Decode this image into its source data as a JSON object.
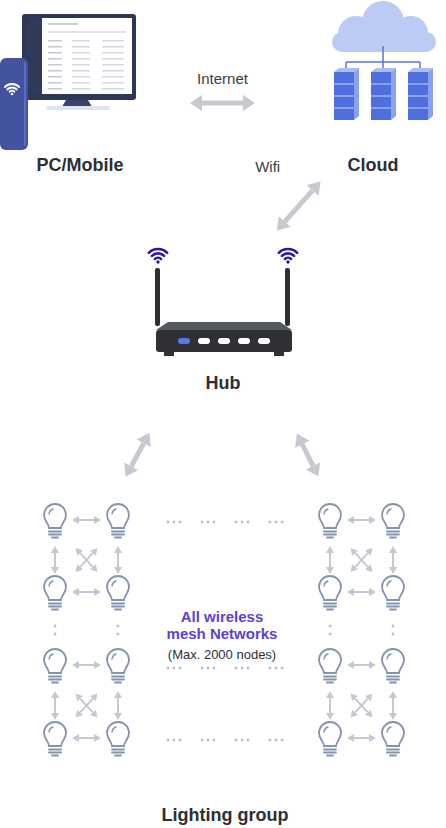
{
  "diagram": {
    "nodes": [
      {
        "text": [
          "PC/Mobile"
        ]
      },
      {
        "text": [
          "Cloud"
        ]
      },
      {
        "text": [
          "Hub"
        ]
      },
      {
        "text": [
          "All wireless mesh Networks",
          "(Max. 2000 nodes)",
          "Lighting group"
        ]
      }
    ],
    "edges": [
      {
        "from": 0,
        "to": 1,
        "label": "Internet",
        "arrow": "both"
      },
      {
        "from": 1,
        "to": 2,
        "label": "Wifi",
        "arrow": "both"
      },
      {
        "from": 2,
        "to": 3,
        "arrow": "both"
      },
      {
        "from": 2,
        "to": 3,
        "arrow": "both"
      }
    ]
  }
}
